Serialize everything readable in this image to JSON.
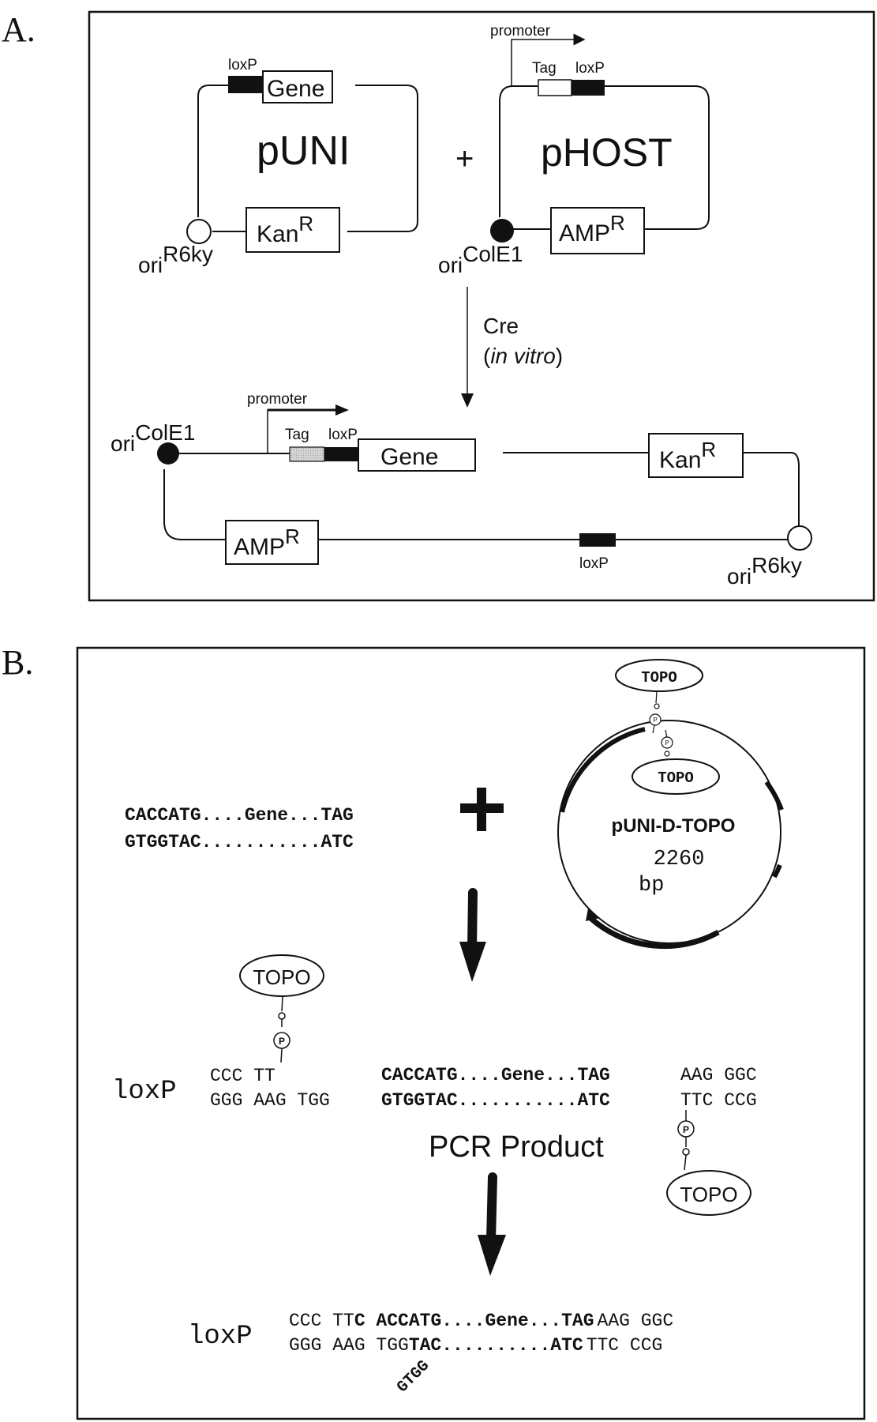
{
  "panels": {
    "a": {
      "label": "A.",
      "puni": {
        "name": "pUNI",
        "loxp": "loxP",
        "gene": "Gene",
        "kan": "Kan",
        "kan_sup": "R",
        "ori": "ori",
        "ori_sup": "R6ky"
      },
      "plus": "+",
      "phost": {
        "name": "pHOST",
        "promoter": "promoter",
        "tag": "Tag",
        "loxp": "loxP",
        "amp": "AMP",
        "amp_sup": "R",
        "ori": "ori",
        "ori_sup": "ColE1"
      },
      "reaction": {
        "enzyme": "Cre",
        "condition_open": "(",
        "condition": "in vitro",
        "condition_close": ")"
      },
      "product": {
        "ori_left": "ori",
        "ori_left_sup": "ColE1",
        "promoter": "promoter",
        "tag": "Tag",
        "loxp_top": "loxP",
        "gene": "Gene",
        "kan": "Kan",
        "kan_sup": "R",
        "amp": "AMP",
        "amp_sup": "R",
        "loxp_bottom": "loxP",
        "ori_right": "ori",
        "ori_right_sup": "R6ky"
      }
    },
    "b": {
      "label": "B.",
      "insert": {
        "top": "CACCATG....Gene...TAG",
        "bottom": "GTGGTAC...........ATC"
      },
      "plus": "+",
      "vector": {
        "name": "pUNI-D-TOPO",
        "size": "2260",
        "unit": "bp",
        "topo_top": "TOPO",
        "topo_inner": "TOPO",
        "phosphate": "P"
      },
      "intermediate": {
        "loxp": "loxP",
        "left_top": "CCC TT",
        "left_bottom": "GGG AAG TGG",
        "insert_top": "CACCATG....Gene...TAG",
        "insert_bottom": "GTGGTAC...........ATC",
        "right_top": "AAG GGC",
        "right_bottom": "TTC CCG",
        "topo_left": "TOPO",
        "topo_right": "TOPO",
        "phosphate": "P",
        "caption": "PCR Product"
      },
      "final": {
        "loxp": "loxP",
        "top_plain": "CCC TT",
        "top_bold": "C ACCATG",
        "top_dots1": "....",
        "top_gene": "Gene",
        "top_dots2": "...",
        "top_stop": "TAG",
        "top_right": "AAG  GGC",
        "bottom_plain": "GGG AAG TGG",
        "bottom_bold": "TAC",
        "bottom_dots": "..........",
        "bottom_stop": "ATC",
        "bottom_right": "TTC  CCG",
        "overhang": "GTGG"
      }
    }
  }
}
